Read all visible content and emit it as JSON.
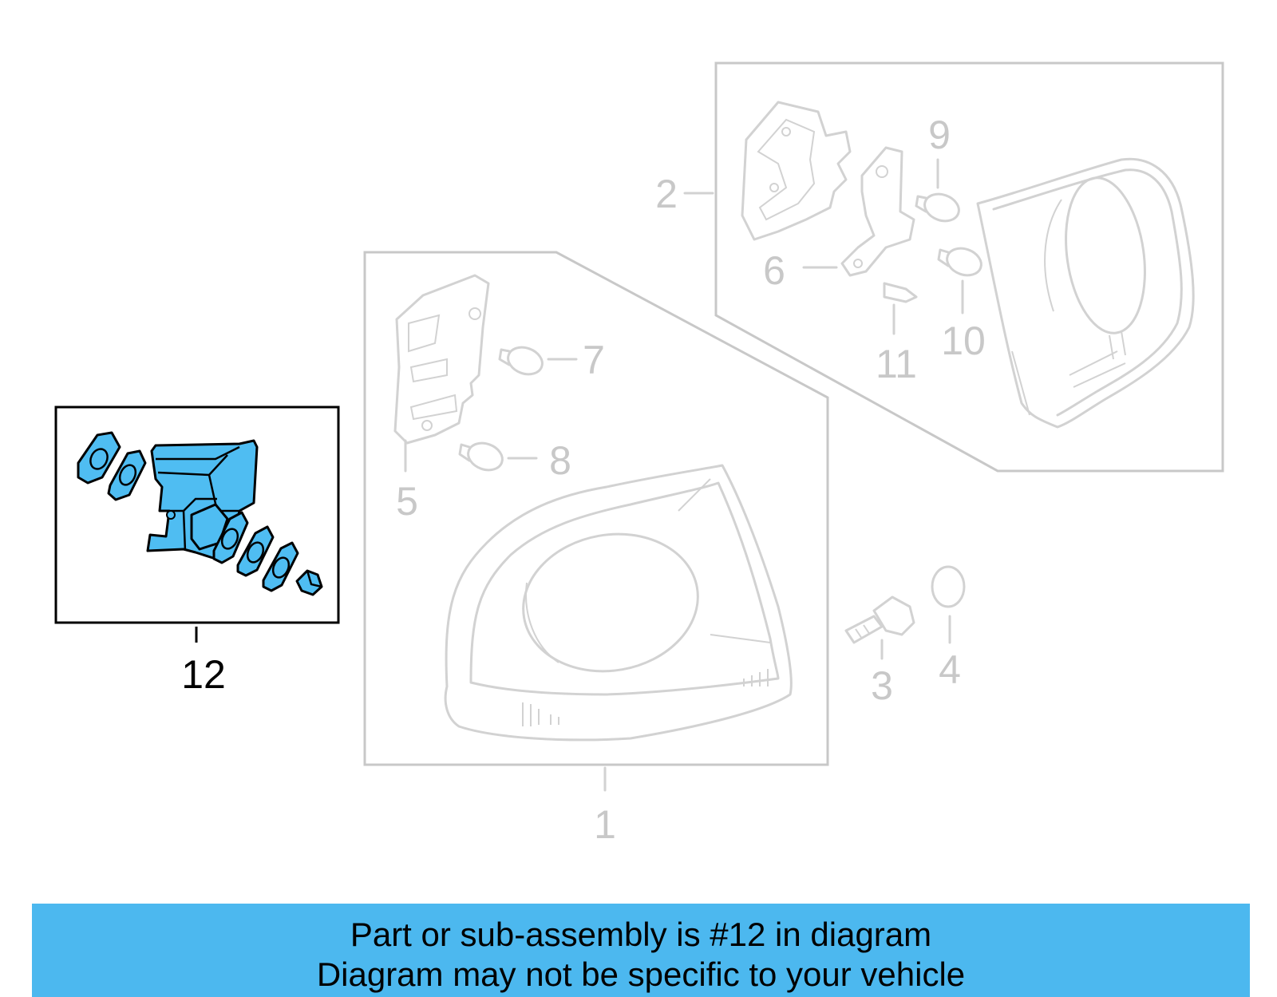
{
  "colors": {
    "highlight": "#4fbdf2",
    "banner": "#4cb8ef",
    "ghost": "#d2d2d2"
  },
  "callouts": {
    "c1": "1",
    "c2": "2",
    "c3": "3",
    "c4": "4",
    "c5": "5",
    "c6": "6",
    "c7": "7",
    "c8": "8",
    "c9": "9",
    "c10": "10",
    "c11": "11",
    "c12": "12"
  },
  "banner": {
    "line1": "Part or sub-assembly is #12 in diagram",
    "line2": "Diagram may not be specific to your vehicle"
  }
}
